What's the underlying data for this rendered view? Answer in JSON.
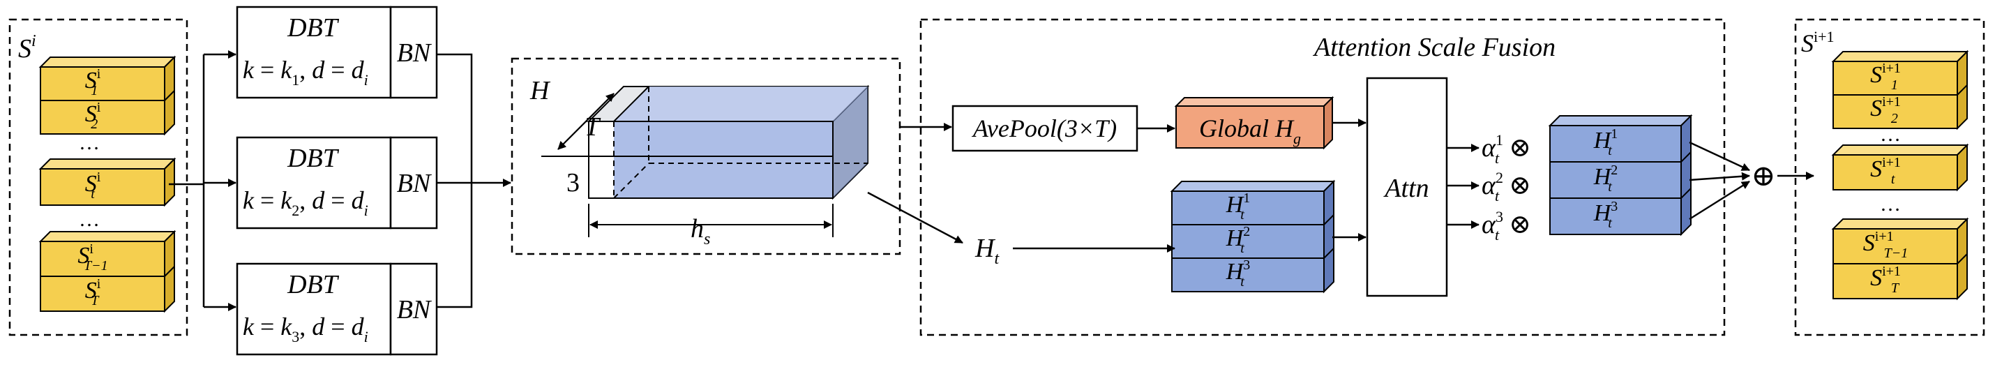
{
  "colors": {
    "yellow": "#F5CF4F",
    "yellow_top": "#FBE08A",
    "yellow_side": "#D8AE2B",
    "blue": "#8EA7DC",
    "blue_top": "#B3C4EA",
    "blue_side": "#5F79B9",
    "orange": "#F2A47E",
    "orange_top": "#F8C3A6",
    "orange_side": "#D9855F",
    "line": "#000000",
    "cube_gray": "#C9CDD3",
    "cube_blue": "#9FB3E3"
  },
  "input_block": {
    "label": "S",
    "label_sup": "i",
    "items": [
      {
        "base": "S",
        "sup": "i",
        "sub": "1"
      },
      {
        "base": "S",
        "sup": "i",
        "sub": "2"
      },
      {
        "base": "S",
        "sup": "i",
        "sub": "t"
      },
      {
        "base": "S",
        "sup": "i",
        "sub": "T−1"
      },
      {
        "base": "S",
        "sup": "i",
        "sub": "T"
      }
    ],
    "ellipsis": "…"
  },
  "dbt_blocks": [
    {
      "title": "DBT",
      "k_sub": "1",
      "d_sub": "i",
      "bn": "BN"
    },
    {
      "title": "DBT",
      "k_sub": "2",
      "d_sub": "i",
      "bn": "BN"
    },
    {
      "title": "DBT",
      "k_sub": "3",
      "d_sub": "i",
      "bn": "BN"
    }
  ],
  "formula_parts": {
    "k": "k",
    "eq": " = ",
    "comma": ", ",
    "d": "d"
  },
  "h_block": {
    "H": "H",
    "T": "T",
    "three": "3",
    "hs_base": "h",
    "hs_sub": "s"
  },
  "fusion": {
    "title": "Attention Scale Fusion",
    "avepool": "AvePool(3×T)",
    "global_base": "Global H",
    "global_sub": "g",
    "ht_base": "H",
    "ht_sub": "t",
    "attn": "Attn",
    "stack": [
      {
        "base": "H",
        "sup": "1",
        "sub": "t"
      },
      {
        "base": "H",
        "sup": "2",
        "sub": "t"
      },
      {
        "base": "H",
        "sup": "3",
        "sub": "t"
      }
    ],
    "alphas": [
      {
        "base": "α",
        "sup": "1",
        "sub": "t",
        "op": "⊗"
      },
      {
        "base": "α",
        "sup": "2",
        "sub": "t",
        "op": "⊗"
      },
      {
        "base": "α",
        "sup": "3",
        "sub": "t",
        "op": "⊗"
      }
    ],
    "sum": "⊕"
  },
  "output_block": {
    "label": "S",
    "label_sup": "i+1",
    "items": [
      {
        "base": "S",
        "sup": "i+1",
        "sub": "1"
      },
      {
        "base": "S",
        "sup": "i+1",
        "sub": "2"
      },
      {
        "base": "S",
        "sup": "i+1",
        "sub": "t"
      },
      {
        "base": "S",
        "sup": "i+1",
        "sub": "T−1"
      },
      {
        "base": "S",
        "sup": "i+1",
        "sub": "T"
      }
    ],
    "ellipsis": "…"
  }
}
